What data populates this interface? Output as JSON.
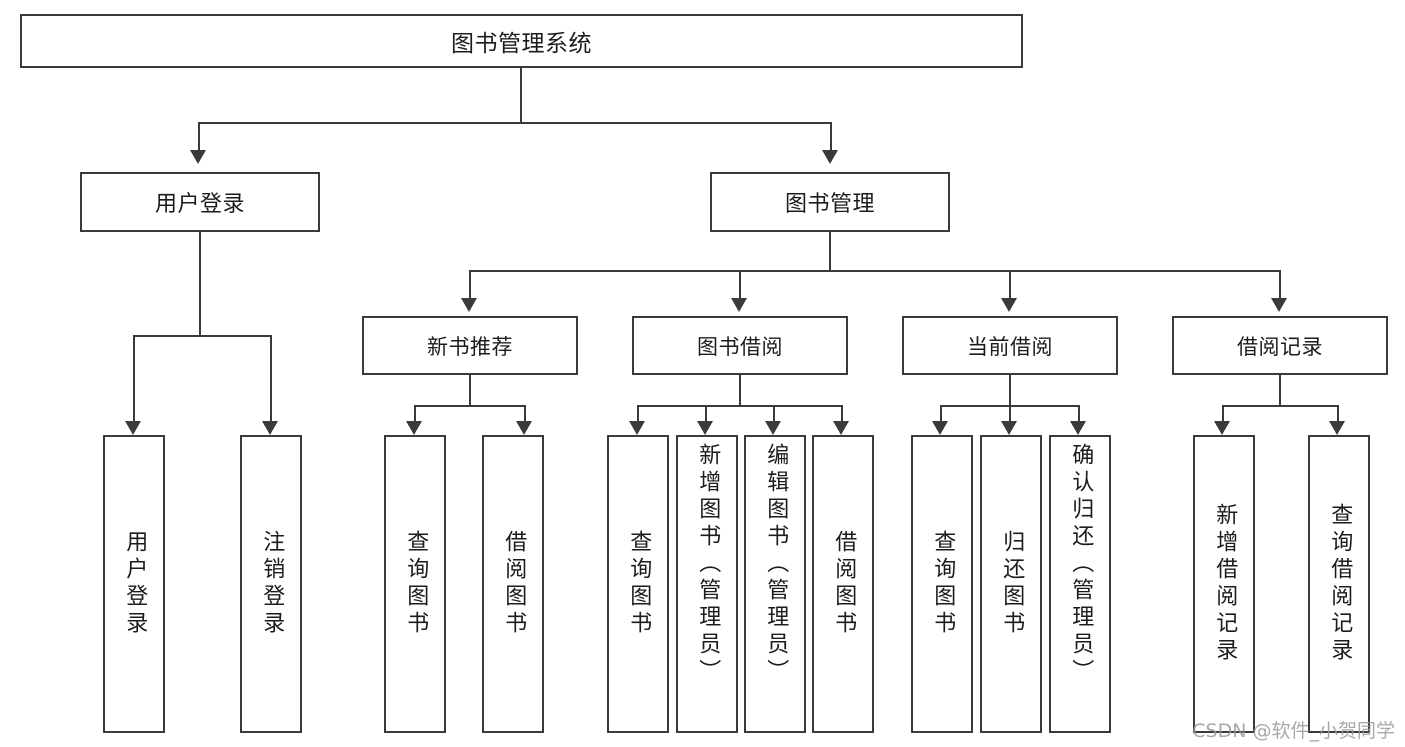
{
  "diagram": {
    "type": "tree-hierarchy",
    "title": "图书管理系统",
    "root": {
      "label": "图书管理系统"
    },
    "level2": [
      {
        "label": "用户登录"
      },
      {
        "label": "图书管理"
      }
    ],
    "level3": [
      {
        "label": "新书推荐"
      },
      {
        "label": "图书借阅"
      },
      {
        "label": "当前借阅"
      },
      {
        "label": "借阅记录"
      }
    ],
    "leaves": {
      "user_login": [
        {
          "label": "用户登录"
        },
        {
          "label": "注销登录"
        }
      ],
      "new_book_recommend": [
        {
          "label": "查询图书"
        },
        {
          "label": "借阅图书"
        }
      ],
      "book_borrow": [
        {
          "label": "查询图书"
        },
        {
          "label": "新增图书（管理员）"
        },
        {
          "label": "编辑图书（管理员）"
        },
        {
          "label": "借阅图书"
        }
      ],
      "current_borrow": [
        {
          "label": "查询图书"
        },
        {
          "label": "归还图书"
        },
        {
          "label": "确认归还（管理员）"
        }
      ],
      "borrow_record": [
        {
          "label": "新增借阅记录"
        },
        {
          "label": "查询借阅记录"
        }
      ]
    }
  },
  "watermark": {
    "text": "CSDN @软件_小贺同学"
  },
  "colors": {
    "stroke": "#3a3a3a",
    "fill": "#ffffff",
    "text": "#1c1c1c",
    "watermark": "#9a9a9a"
  }
}
